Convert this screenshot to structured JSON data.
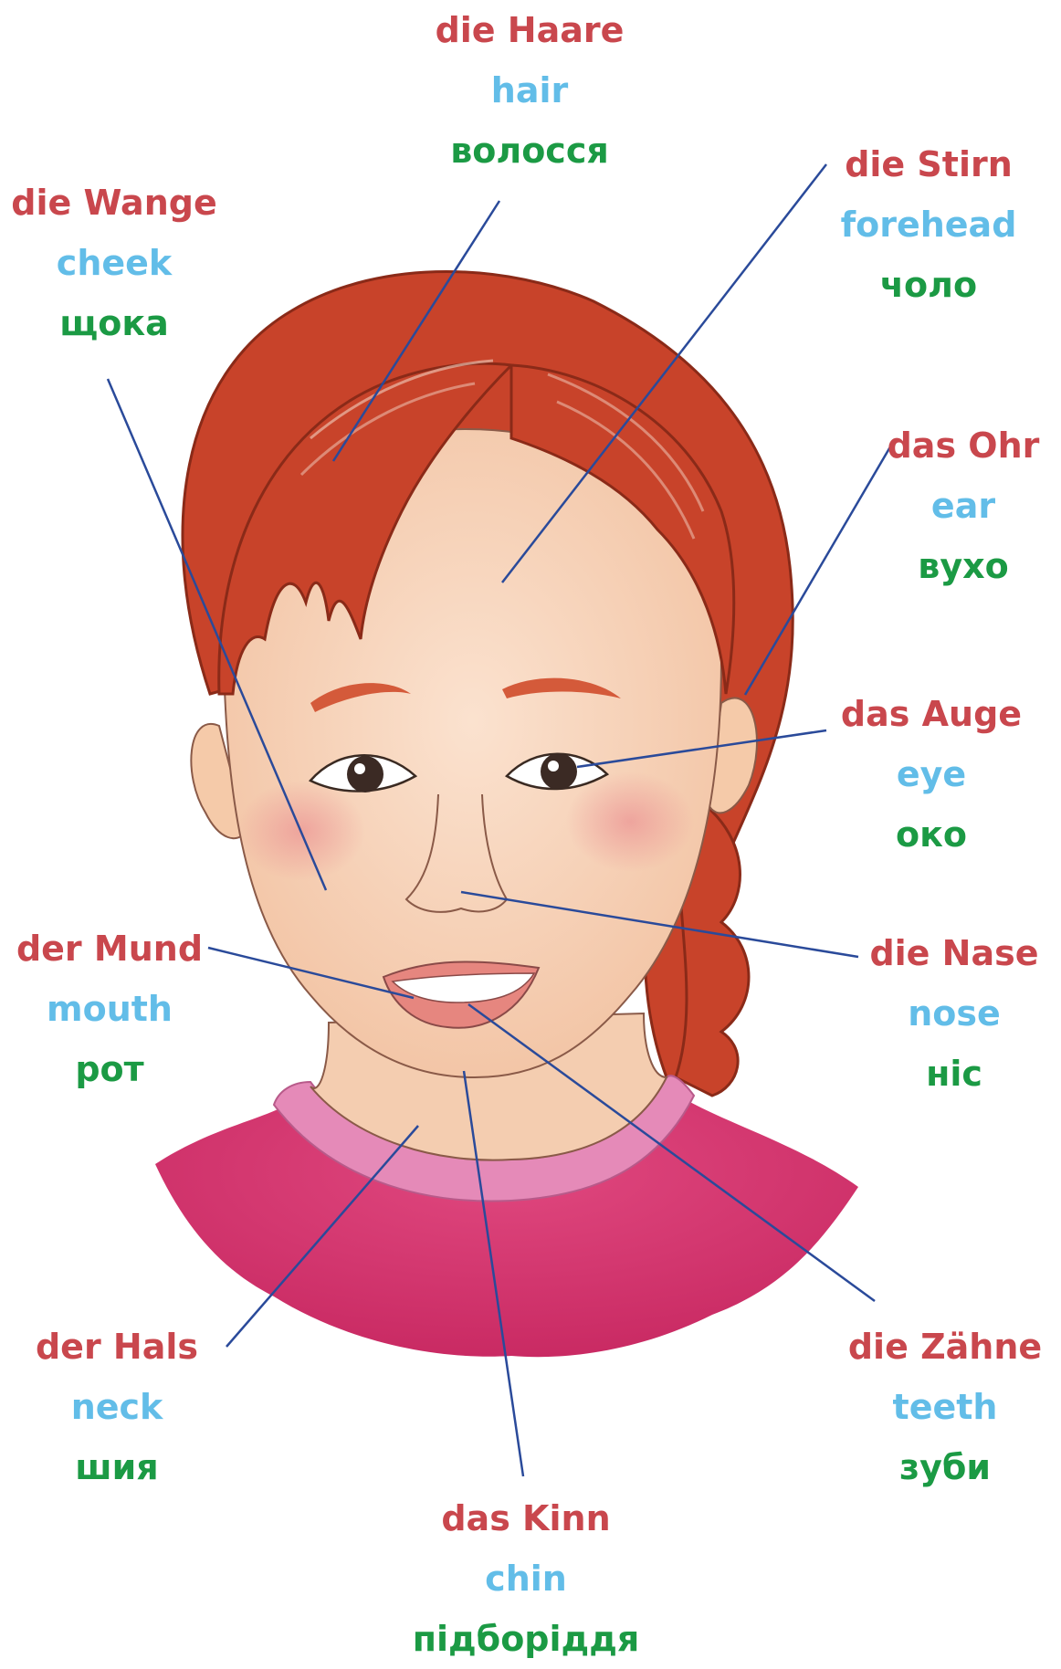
{
  "colors": {
    "german": "#c9474d",
    "english": "#62bde8",
    "ukrainian": "#1b9a44",
    "leader_line": "#2a4a9a",
    "hair": "#c8432a",
    "skin": "#f7d6bf",
    "sweater": "#d93a76",
    "collar": "#e58ab8"
  },
  "illustration": {
    "subject": "girl-face-icon"
  },
  "labels": {
    "hair": {
      "de": "die Haare",
      "en": "hair",
      "uk": "волосся"
    },
    "cheek": {
      "de": "die Wange",
      "en": "cheek",
      "uk": "щока"
    },
    "forehead": {
      "de": "die Stirn",
      "en": "forehead",
      "uk": "чоло"
    },
    "ear": {
      "de": "das Ohr",
      "en": "ear",
      "uk": "вухо"
    },
    "eye": {
      "de": "das Auge",
      "en": "eye",
      "uk": "око"
    },
    "mouth": {
      "de": "der Mund",
      "en": "mouth",
      "uk": "рот"
    },
    "nose": {
      "de": "die Nase",
      "en": "nose",
      "uk": "ніс"
    },
    "neck": {
      "de": "der Hals",
      "en": "neck",
      "uk": "шия"
    },
    "teeth": {
      "de": "die Zähne",
      "en": "teeth",
      "uk": "зуби"
    },
    "chin": {
      "de": "das Kinn",
      "en": "chin",
      "uk": "підборіддя"
    }
  }
}
